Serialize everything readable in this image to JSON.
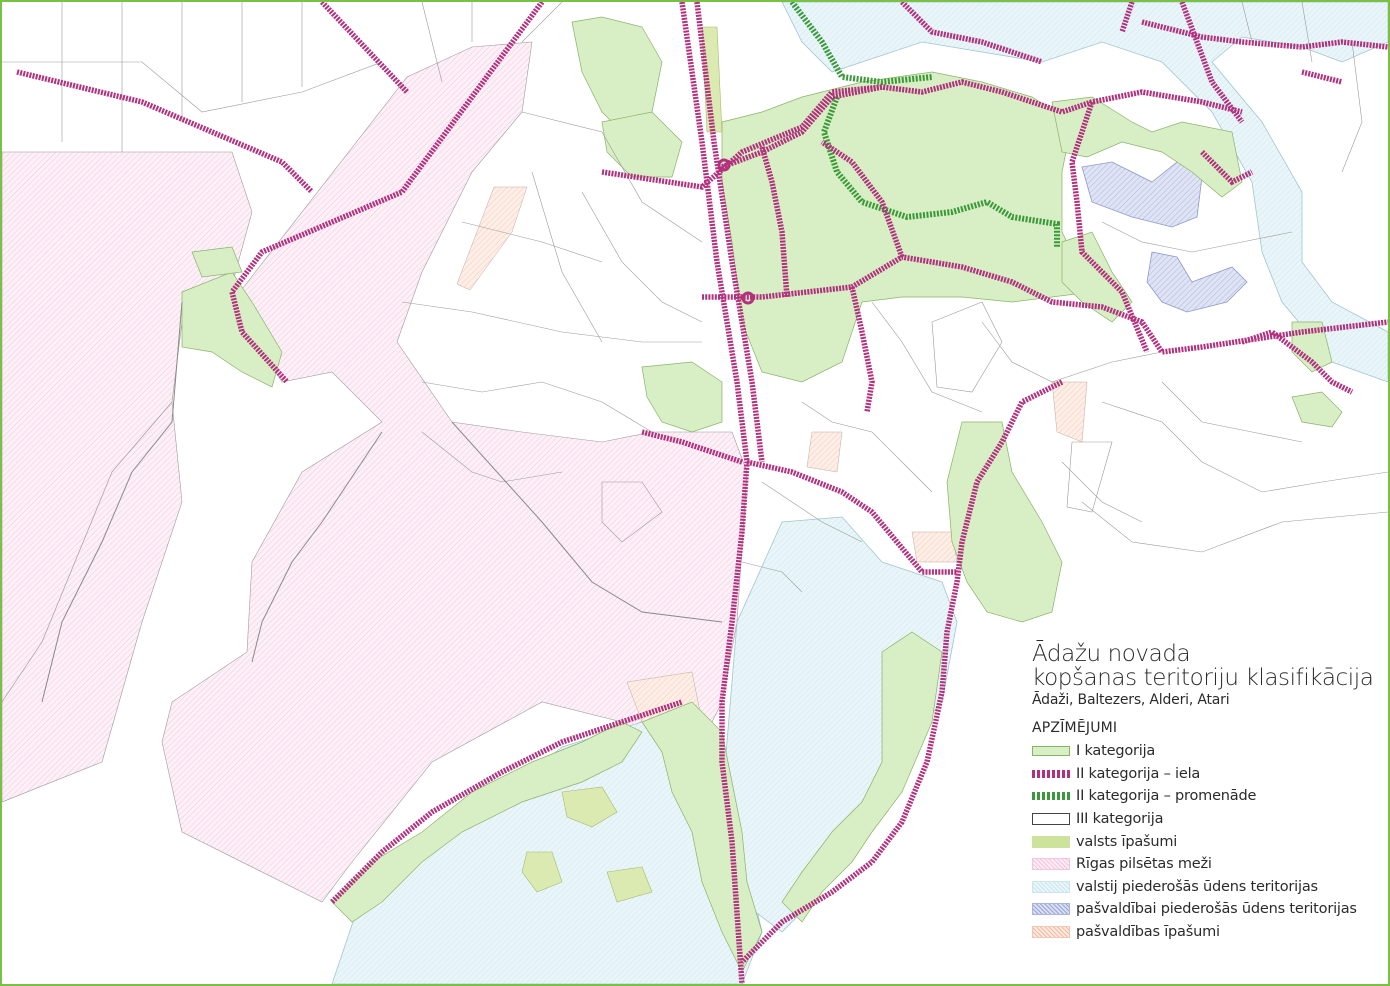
{
  "map": {
    "title_line1": "Ādažu novada",
    "title_line2": "kopšanas teritoriju klasifikācija",
    "subtitle": "Ādaži, Baltezers, Alderi, Atari",
    "legend_heading": "APZĪMĒJUMI",
    "legend_items": [
      {
        "label": "I kategorija",
        "swatch": "category-1",
        "color": "#d8eec4"
      },
      {
        "label": "II kategorija – iela",
        "swatch": "category-2-street",
        "color": "#b3307f"
      },
      {
        "label": "II kategorija – promenāde",
        "swatch": "category-2-promenade",
        "color": "#3a9a3a"
      },
      {
        "label": "III kategorija",
        "swatch": "category-3",
        "color": "#ffffff"
      },
      {
        "label": "valsts īpašumi",
        "swatch": "state-property",
        "color": "#cde39b"
      },
      {
        "label": "Rīgas pilsētas meži",
        "swatch": "riga-forests",
        "color": "#fdeef6"
      },
      {
        "label": "valstij piederošās ūdens teritorijas",
        "swatch": "state-water",
        "color": "#ebf6f9"
      },
      {
        "label": "pašvaldībai piederošās ūdens teritorijas",
        "swatch": "municipal-water",
        "color": "#d9def4"
      },
      {
        "label": "pašvaldības īpašumi",
        "swatch": "municipal-property",
        "color": "#fdebe2"
      }
    ]
  }
}
